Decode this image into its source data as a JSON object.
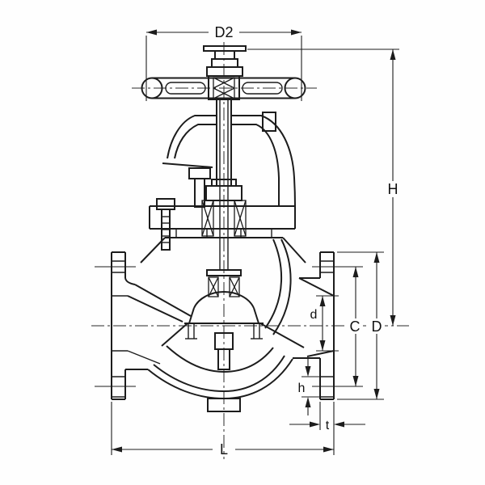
{
  "drawing": {
    "title": "globe-valve-dimension-drawing",
    "background_color": "#fefefe",
    "line_color": "#1c1c1c",
    "dimensions": {
      "d2": {
        "label": "D2",
        "meaning": "handwheel-diameter"
      },
      "height": {
        "label": "H",
        "meaning": "overall-height-to-centerline"
      },
      "c": {
        "label": "C",
        "meaning": "bolt-circle-diameter"
      },
      "d_out": {
        "label": "D",
        "meaning": "flange-outside-diameter"
      },
      "d_bore": {
        "label": "d",
        "meaning": "port-bore-diameter"
      },
      "h_hole": {
        "label": "h",
        "meaning": "bolt-hole-diameter"
      },
      "t": {
        "label": "t",
        "meaning": "flange-thickness"
      },
      "l": {
        "label": "L",
        "meaning": "face-to-face-length"
      }
    },
    "parts": [
      "handwheel",
      "stem",
      "stem-nut",
      "yoke-bonnet",
      "gland",
      "packing-box",
      "bonnet-flange",
      "body",
      "inlet-flange",
      "outlet-flange",
      "disc",
      "seat-bridge",
      "bottom-boss"
    ]
  }
}
